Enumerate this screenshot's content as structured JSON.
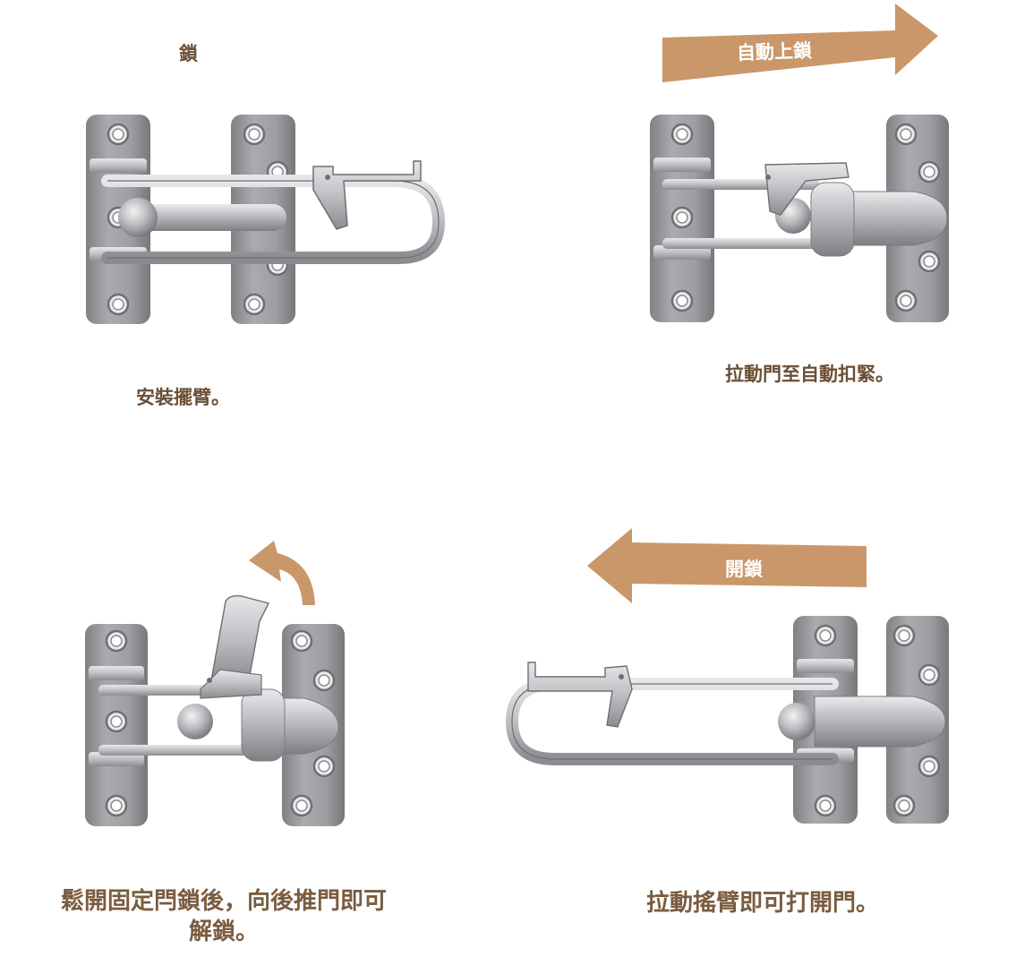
{
  "panels": {
    "lock": {
      "title": "鎖",
      "caption": "安裝擺臂。"
    },
    "autolock": {
      "arrow_label": "自動上鎖",
      "caption": "拉動門至自動扣緊。"
    },
    "release": {
      "caption_line1": "鬆開固定閂鎖後，向後推門即可",
      "caption_line2": "解鎖。"
    },
    "unlock": {
      "arrow_label": "開鎖",
      "caption": "拉動搖臂即可打開門。"
    }
  },
  "colors": {
    "arrow": "#c9976a",
    "caption": "#6b4f36",
    "metal_light": "#d3d4d6",
    "metal_dark": "#8c8e92"
  }
}
